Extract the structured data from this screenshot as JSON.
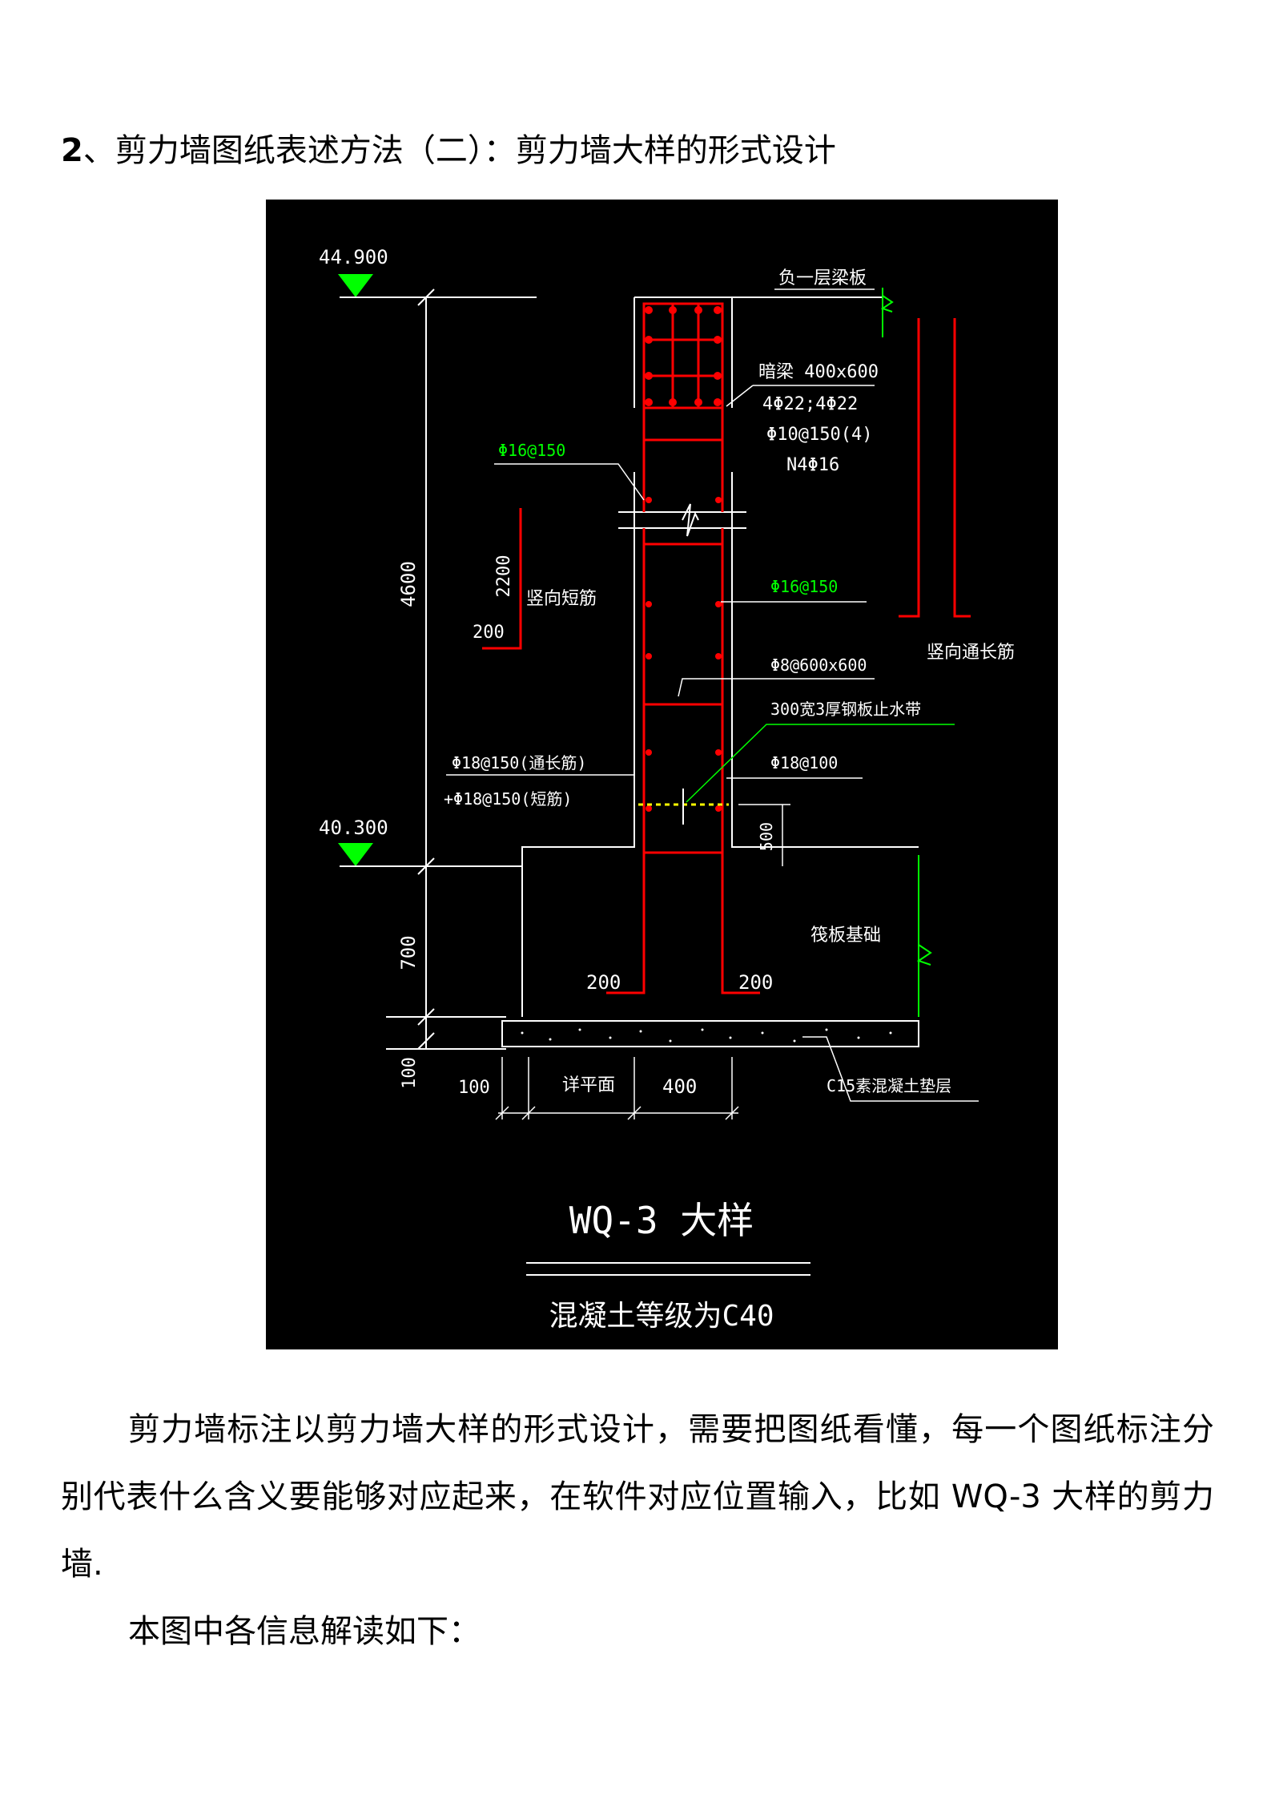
{
  "heading": {
    "number": "2",
    "text": "、剪力墙图纸表述方法（二）：剪力墙大样的形式设计"
  },
  "drawing": {
    "elevation_top": "44.900",
    "elevation_mid": "40.300",
    "slab_label": "负一层梁板",
    "hidden_beam": "暗梁 400x600",
    "beam_main_bars": "4Φ22;4Φ22",
    "beam_stirrup": "Φ10@150(4)",
    "beam_waist": "N4Φ16",
    "horiz_bar_left": "Φ16@150",
    "horiz_bar_right": "Φ16@150",
    "dim_4600": "4600",
    "dim_2200": "2200",
    "short_bar": "竖向短筋",
    "dim_200_left": "200",
    "long_bar": "竖向通长筋",
    "tie_bar": "Φ8@600x600",
    "waterstop": "300宽3厚钢板止水带",
    "vert_bar_1": "Φ18@150(通长筋)",
    "vert_bar_2": "+Φ18@150(短筋)",
    "vert_bar_right": "Φ18@100",
    "dim_500": "500",
    "raft": "筏板基础",
    "dim_700": "700",
    "dim_200_a": "200",
    "dim_200_b": "200",
    "dim_100_v": "100",
    "dim_100_h": "100",
    "plan_ref": "详平面",
    "dim_400": "400",
    "cushion": "C15素混凝土垫层",
    "title": "WQ-3  大样",
    "note": "混凝土等级为C40",
    "colors": {
      "background": "#000000",
      "lines": "#ffffff",
      "rebar": "#ff0000",
      "green": "#00ff00",
      "yellow": "#ffff00"
    }
  },
  "paragraphs": {
    "p1": "剪力墙标注以剪力墙大样的形式设计，需要把图纸看懂，每一个图纸标注分别代表什么含义要能够对应起来，在软件对应位置输入，比如 WQ-3 大样的剪力墙.",
    "p2": "本图中各信息解读如下："
  }
}
